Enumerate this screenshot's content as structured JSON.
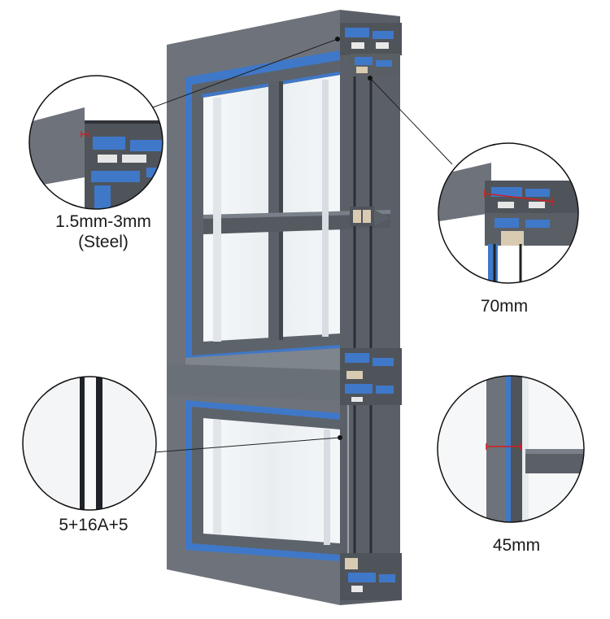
{
  "labels": {
    "profile_thickness": "1.5mm-3mm",
    "profile_material": "(Steel)",
    "frame_depth": "70mm",
    "glazing": "5+16A+5",
    "frame_width": "45mm"
  },
  "colors": {
    "frame_grey": "#6e737b",
    "frame_grey_dark": "#4f545b",
    "insulation_blue": "#3f78c8",
    "glass": "#eef2f4",
    "measure_red": "#d11f1f"
  }
}
